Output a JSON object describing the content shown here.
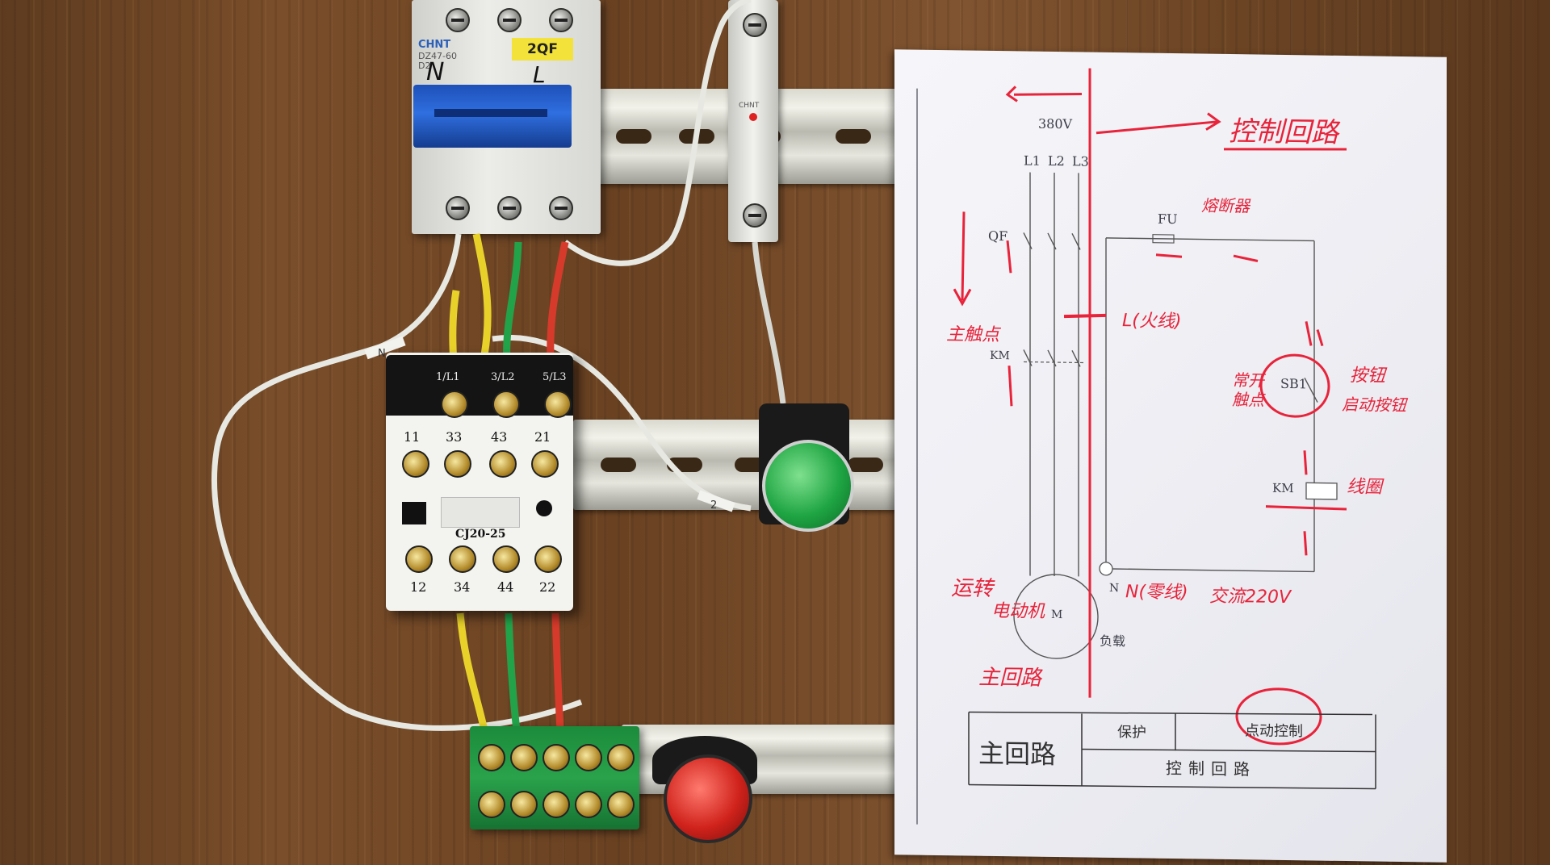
{
  "breaker": {
    "brand": "CHNT",
    "tag": "2QF",
    "model_line1": "DZ47-60",
    "model_line2": "D2",
    "mark_n": "N",
    "mark_l": "L"
  },
  "fuse": {
    "brand": "CHNT"
  },
  "contactor": {
    "model": "CJ20-25",
    "top_terminals": [
      "1/L1",
      "3/L2",
      "5/L3"
    ],
    "aux_top": [
      "11",
      "33",
      "43",
      "21"
    ],
    "aux_bottom": [
      "12",
      "34",
      "44",
      "22"
    ]
  },
  "wire_tags": {
    "n_tag": "N",
    "num_tag": "2"
  },
  "diagram": {
    "voltage": "380V",
    "phases": [
      "L1",
      "L2",
      "L3"
    ],
    "qf": "QF",
    "fu": "FU",
    "km_main": "KM",
    "sb1": "SB1",
    "km_coil": "KM",
    "motor": "M",
    "neutral": "N",
    "load_label": "负载",
    "notes": {
      "control_loop": "控制回路",
      "fuse_note": "熔断器",
      "live_line": "L(火线)",
      "main_contact": "主触点",
      "button": "按钮",
      "start_button": "启动按钮",
      "normally_open": "常开触点",
      "coil": "线圈",
      "neutral_line": "N(零线)",
      "ac_220v": "交流220V",
      "motor_note": "电动机",
      "main_loop": "主回路",
      "run": "运转"
    },
    "title_block": {
      "main_circuit": "主回路",
      "protection": "保护",
      "jog_control": "点动控制",
      "control_circuit": "控制回路"
    }
  },
  "colors": {
    "board": "#6b4424",
    "breaker_handle": "#2f6fe0",
    "wire_yellow": "#e8d22a",
    "wire_green": "#22a34a",
    "wire_red": "#d63a2a",
    "wire_white": "#e8e8e2",
    "terminal_block": "#2aa24b",
    "green_button": "#1fa543",
    "red_button": "#d0231c",
    "ink_red": "#e8233a"
  }
}
